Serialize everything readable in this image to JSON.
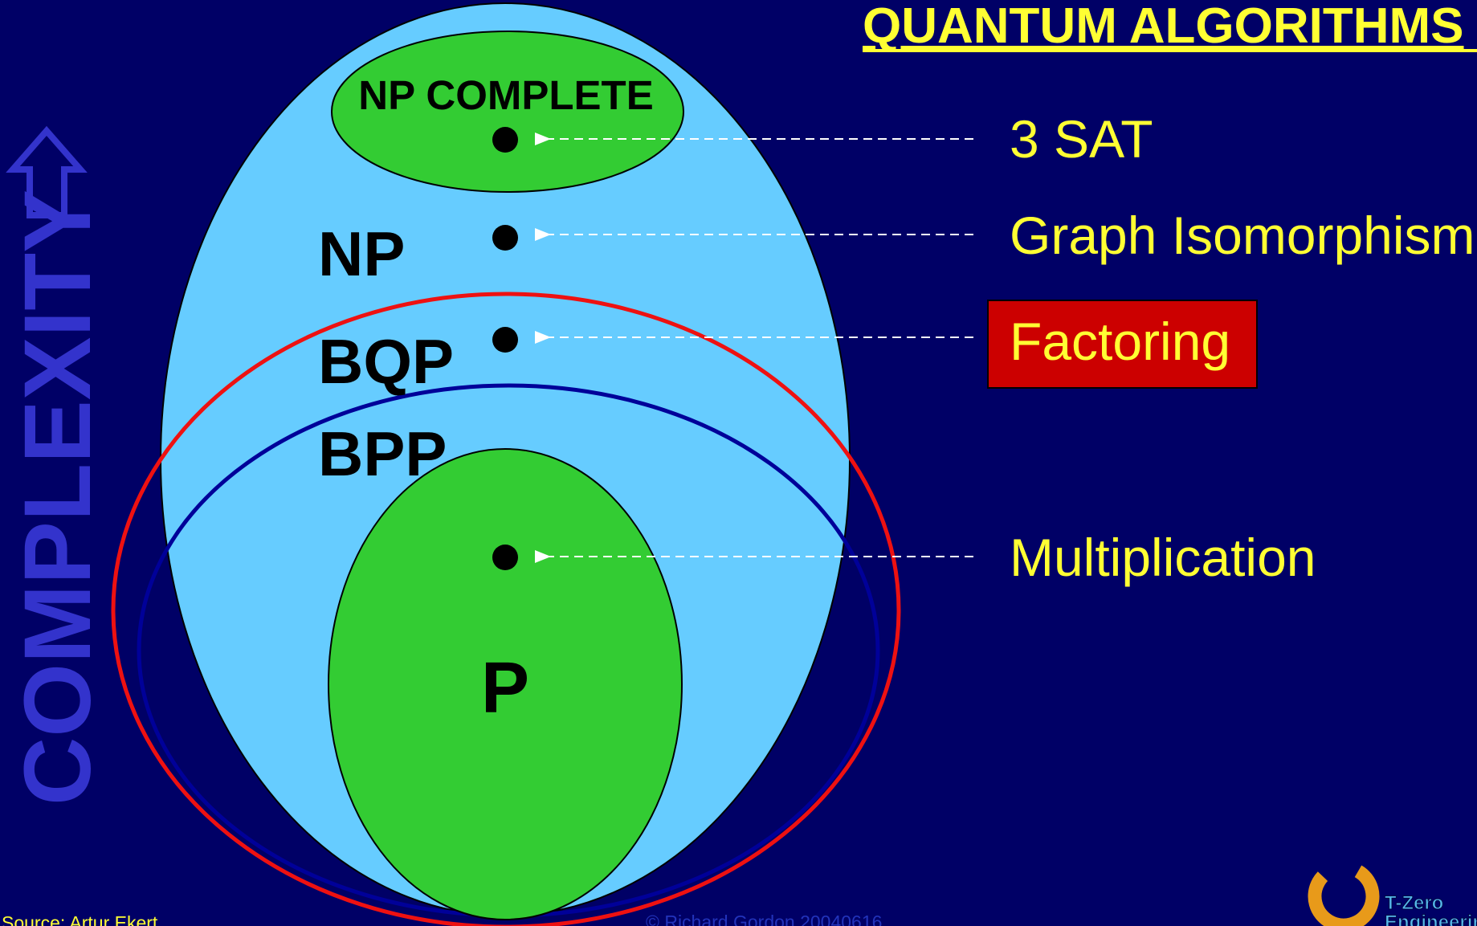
{
  "title": "QUANTUM ALGORITHMS",
  "axis_label": "COMPLEXITY",
  "sets": {
    "np_complete": "NP COMPLETE",
    "np": "NP",
    "bqp": "BQP",
    "bpp": "BPP",
    "p": "P"
  },
  "problems": [
    {
      "label": "3 SAT",
      "highlighted": false
    },
    {
      "label": "Graph Isomorphism",
      "highlighted": false
    },
    {
      "label": "Factoring",
      "highlighted": true
    },
    {
      "label": "Multiplication",
      "highlighted": false
    }
  ],
  "footer": {
    "source": "Source: Artur Ekert",
    "copyright": "© Richard Gordon 20040616"
  },
  "logo": {
    "name": "T-Zero",
    "subtitle": "Engineering"
  },
  "colors": {
    "background": "#000066",
    "np_fill": "#66CCFF",
    "inner_set_fill": "#33CC33",
    "bqp_outline": "#EE1111",
    "bpp_outline": "#000099",
    "label_text": "#FFFF33",
    "highlight_box": "#CC0000",
    "axis_text": "#3333CC",
    "logo_ring": "#E89A1A",
    "logo_text": "#55B8E8",
    "copyright_text": "#2233BB"
  }
}
